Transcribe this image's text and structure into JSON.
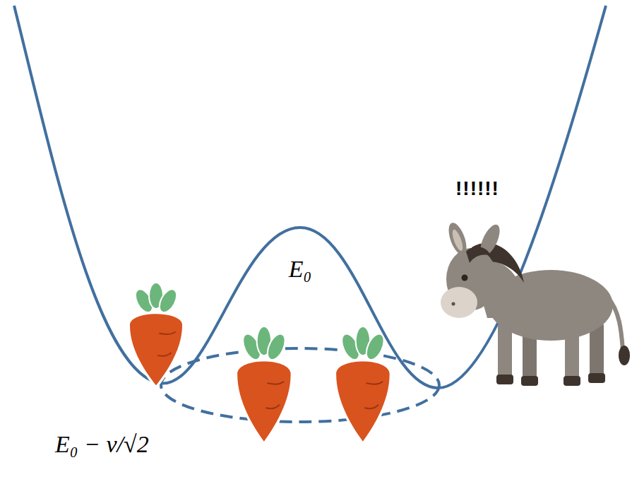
{
  "diagram": {
    "labels": [
      "!!!!!!",
      "E₀",
      "E₀ − v/√2"
    ]
  }
}
